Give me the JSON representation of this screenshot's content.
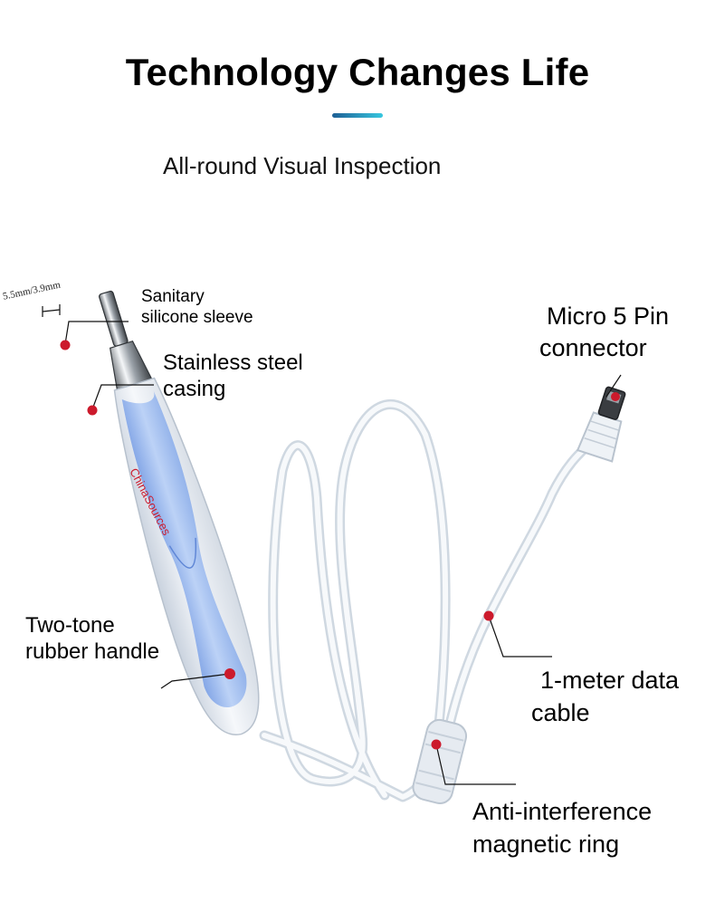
{
  "header": {
    "title": "Technology Changes Life",
    "subtitle": "All-round Visual Inspection"
  },
  "product": {
    "brand_text": "ChinaSources",
    "size": "5.5mm/3.9mm"
  },
  "callouts": {
    "sleeve": {
      "line1": "Sanitary",
      "line2": "silicone sleeve"
    },
    "casing": {
      "line1": "Stainless steel",
      "line2": "casing"
    },
    "connector": {
      "line1": "Micro 5 Pin",
      "line2": "connector"
    },
    "handle": {
      "line1": "Two-tone",
      "line2": "rubber handle"
    },
    "cable": {
      "line1": "1-meter data",
      "line2": "cable"
    },
    "ring": {
      "line1": "Anti-interference",
      "line2": "magnetic ring"
    }
  },
  "colors": {
    "accent_start": "#1d5f95",
    "accent_end": "#37c7df",
    "marker": "#cc1a2c",
    "handle_blue": "#a9c4f1",
    "body_white": "#eef2f7"
  },
  "icons": {
    "marker": "red-dot",
    "leader": "thin-line"
  }
}
